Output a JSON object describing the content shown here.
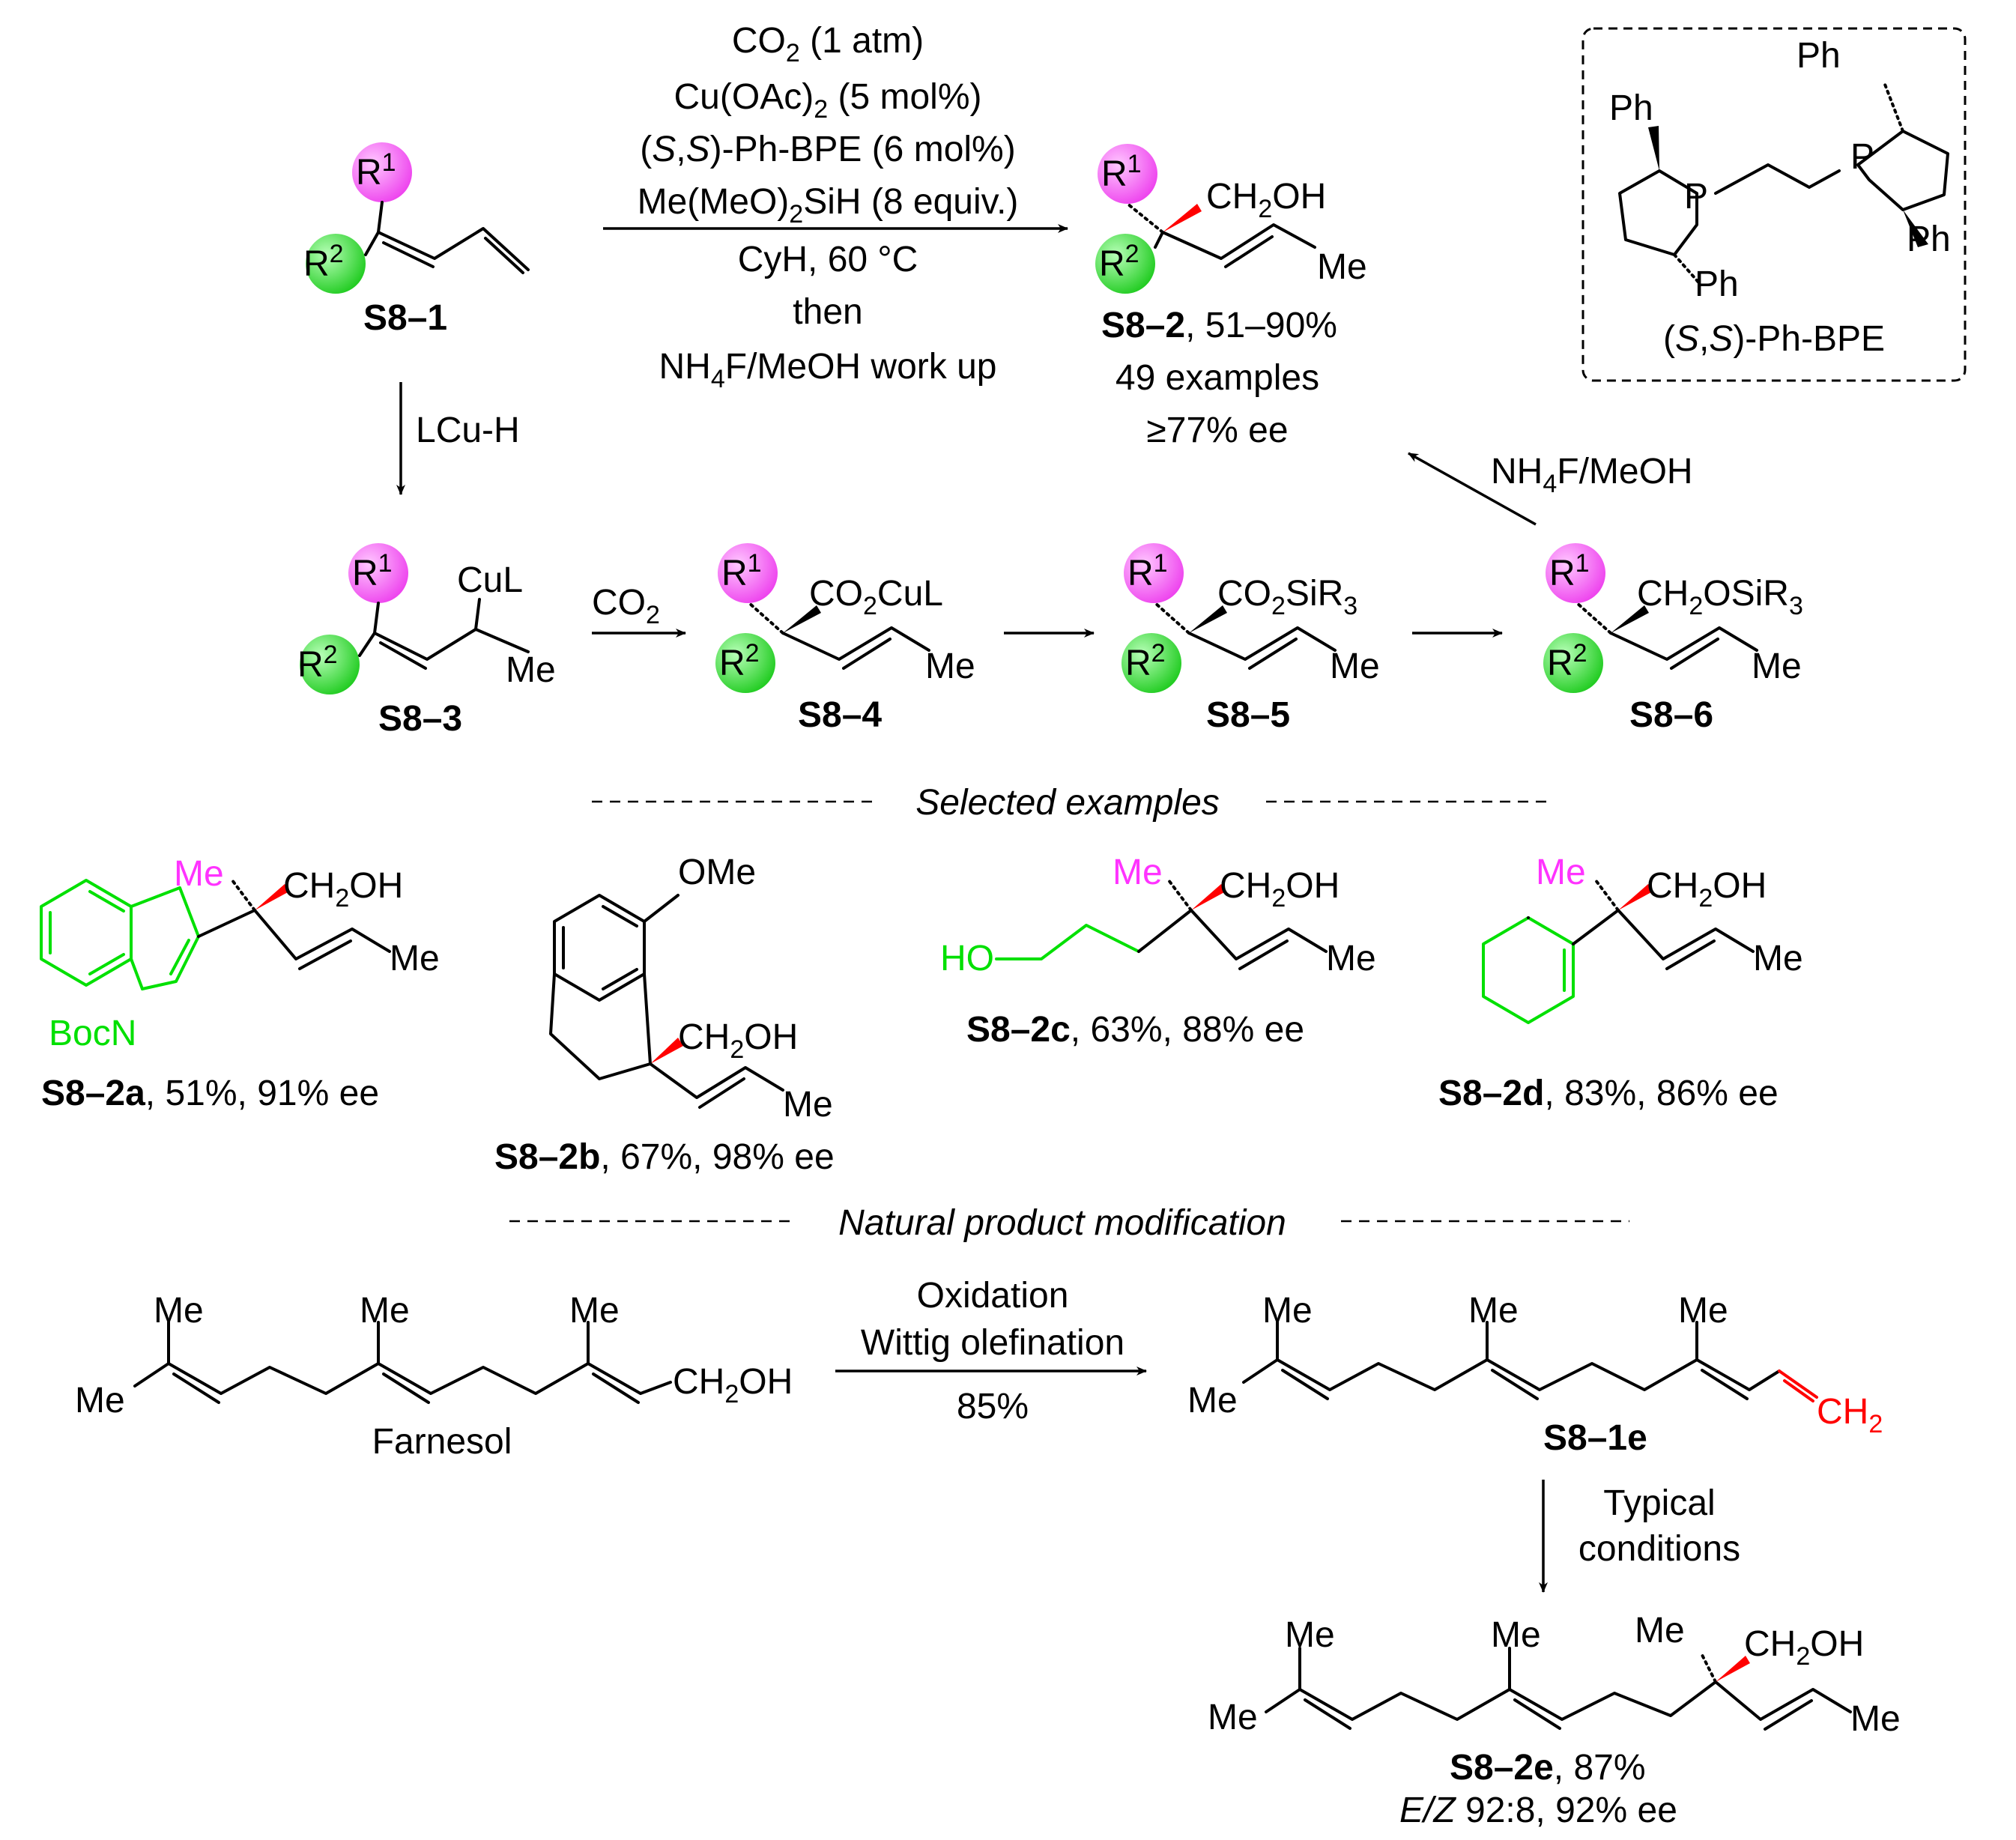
{
  "conditions": {
    "co2": "CO2 (1 atm)",
    "cu": "Cu(OAc)2 (5 mol%)",
    "ligand": "(S,S)-Ph-BPE (6 mol%)",
    "silane": "Me(MeO)2SiH (8 equiv.)",
    "solvent": "CyH, 60 °C",
    "then": "then",
    "workup": "NH4F/MeOH work up"
  },
  "ligand_box": {
    "name": "(S,S)-Ph-BPE",
    "ph": "Ph",
    "p": "P"
  },
  "compounds": {
    "s81": "S8–1",
    "s82": "S8–2",
    "s82_yield": ", 51–90%",
    "s82_examples": "49 examples",
    "s82_ee": "≥77% ee",
    "s83": "S8–3",
    "s84": "S8–4",
    "s85": "S8–5",
    "s86": "S8–6"
  },
  "groups": {
    "r1": "R1",
    "r2": "R2",
    "ch2oh": "CH2OH",
    "me": "Me",
    "cul": "CuL",
    "co2cul": "CO2CuL",
    "co2sir3": "CO2SiR3",
    "ch2osir3": "CH2OSiR3",
    "ome": "OMe",
    "bocn": "BocN",
    "ho": "HO",
    "ch2": "CH2"
  },
  "steps": {
    "lcuh": "LCu-H",
    "co2": "CO2",
    "nh4f": "NH4F/MeOH"
  },
  "sections": {
    "selected": "Selected examples",
    "natural": "Natural product modification"
  },
  "examples": {
    "a_id": "S8–2a",
    "a_res": ", 51%, 91% ee",
    "b_id": "S8–2b",
    "b_res": ", 67%, 98% ee",
    "c_id": "S8–2c",
    "c_res": ", 63%, 88% ee",
    "d_id": "S8–2d",
    "d_res": ", 83%, 86% ee"
  },
  "natural": {
    "farnesol": "Farnesol",
    "oxidation": "Oxidation",
    "wittig": "Wittig olefination",
    "yield": "85%",
    "s81e": "S8–1e",
    "typical": "Typical",
    "conditions": "conditions",
    "s82e": "S8–2e",
    "s82e_yield": ", 87%",
    "ez": "E/Z",
    "ez_res": " 92:8, 92% ee"
  },
  "colors": {
    "r1": "#ff66ff",
    "r2": "#22dd22",
    "me_pink": "#ff33ff",
    "green": "#00e000",
    "red": "#ff0000"
  }
}
